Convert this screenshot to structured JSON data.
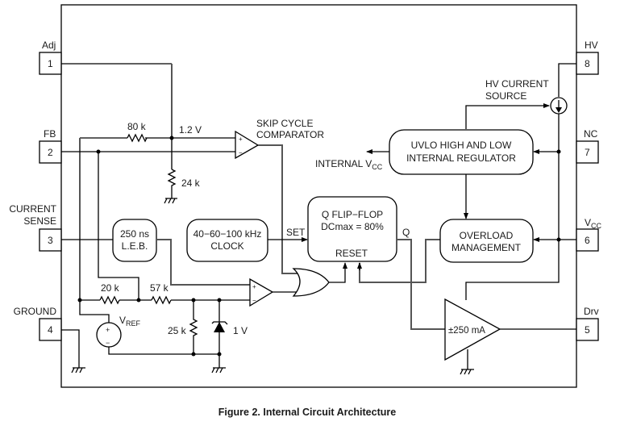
{
  "caption": "Figure 2. Internal Circuit Architecture",
  "pins": [
    {
      "number": "1",
      "label": "Adj"
    },
    {
      "number": "2",
      "label": "FB"
    },
    {
      "number": "3",
      "label_line1": "CURRENT",
      "label_line2": "SENSE"
    },
    {
      "number": "4",
      "label": "GROUND"
    },
    {
      "number": "8",
      "label": "HV"
    },
    {
      "number": "7",
      "label": "NC"
    },
    {
      "number": "6",
      "label_main": "V",
      "label_sub": "CC"
    },
    {
      "number": "5",
      "label": "Drv"
    }
  ],
  "blocks": {
    "leb": {
      "line1": "250 ns",
      "line2": "L.E.B."
    },
    "clock": {
      "line1": "40−60−100 kHz",
      "line2": "CLOCK"
    },
    "flipflop": {
      "line1": "Q FLIP−FLOP",
      "line2": "DCmax = 80%",
      "reset": "RESET",
      "set": "SET",
      "q": "Q"
    },
    "uvlo": {
      "line1": "UVLO HIGH AND LOW",
      "line2": "INTERNAL REGULATOR"
    },
    "overload": {
      "line1": "OVERLOAD",
      "line2": "MANAGEMENT"
    },
    "driver": {
      "label": "±250 mA"
    }
  },
  "labels": {
    "skip_cycle_line1": "SKIP CYCLE",
    "skip_cycle_line2": "COMPARATOR",
    "hv_source_line1": "HV CURRENT",
    "hv_source_line2": "SOURCE",
    "internal_vcc_main": "INTERNAL V",
    "internal_vcc_sub": "CC",
    "vref_main": "V",
    "vref_sub": "REF",
    "plus": "+",
    "minus": "−"
  },
  "components": {
    "r_80k": "80 k",
    "r_24k": "24 k",
    "r_20k": "20 k",
    "r_57k": "57 k",
    "r_25k": "25 k",
    "v_1_2": "1.2 V",
    "zener_1v": "1 V"
  }
}
